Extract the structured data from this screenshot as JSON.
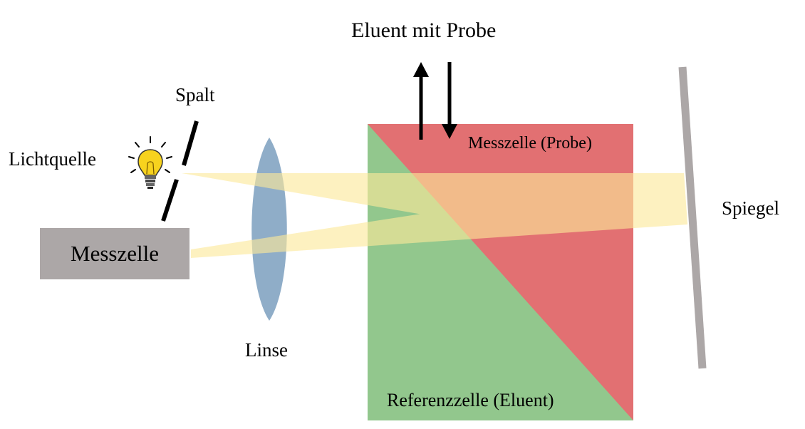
{
  "labels": {
    "title": "Eluent mit Probe",
    "slit": "Spalt",
    "light_source": "Lichtquelle",
    "measuring_cell_box": "Messzelle",
    "lens": "Linse",
    "mirror": "Spiegel",
    "sample_cell": "Messzelle (Probe)",
    "reference_cell": "Referenzzelle (Eluent)"
  },
  "icons": {
    "light_source": "lightbulb-icon",
    "flow_in": "arrow-down-icon",
    "flow_out": "arrow-up-icon"
  },
  "colors": {
    "sample_cell": "#e27072",
    "reference_cell": "#92c78d",
    "light_beam": "#fde99a",
    "lens": "#8fadc8",
    "mirror": "#aca7a7",
    "detector_box": "#aca7a7",
    "bulb": "#f7d21e"
  }
}
